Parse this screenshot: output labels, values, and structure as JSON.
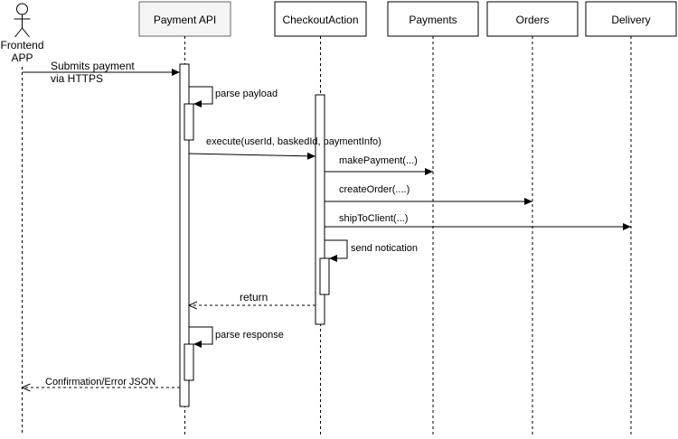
{
  "participants": {
    "actor": {
      "line1": "Frontend",
      "line2": "APP"
    },
    "payment_api": "Payment API",
    "checkout_action": "CheckoutAction",
    "payments": "Payments",
    "orders": "Orders",
    "delivery": "Delivery"
  },
  "messages": {
    "submit_line1": "Submits payment",
    "submit_line2": "via HTTPS",
    "parse_payload": "parse payload",
    "execute": "execute(userId, baskedId, paymentInfo)",
    "make_payment": "makePayment(...)",
    "create_order": "createOrder(....)",
    "ship_to_client": "shipToClient(...)",
    "send_notification": "send notication",
    "return": "return",
    "parse_response": "parse response",
    "confirmation": "Confirmation/Error JSON"
  },
  "colors": {
    "header_fill": "#f5f5f5",
    "header_stroke": "#666666",
    "line": "#000000"
  }
}
